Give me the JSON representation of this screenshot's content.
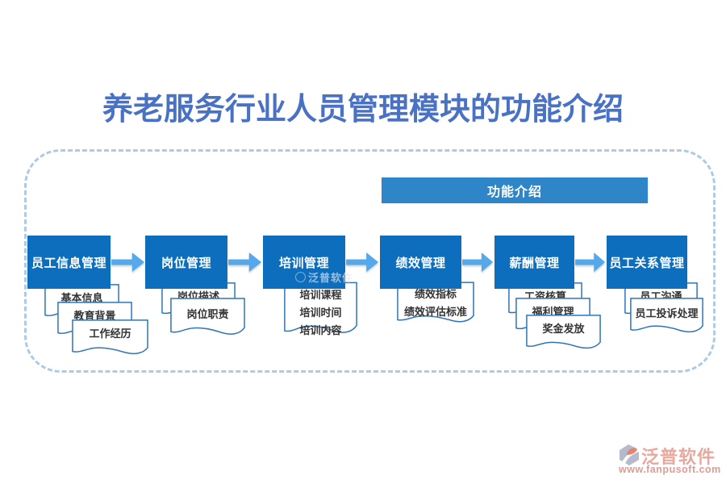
{
  "page_title": "养老服务行业人员管理模块的功能介绍",
  "banner": {
    "label": "功能介绍"
  },
  "modules": [
    {
      "title": "员工信息管理",
      "cards": [
        {
          "lines": [
            "基本信息"
          ]
        },
        {
          "lines": [
            "教育背景"
          ]
        },
        {
          "lines": [
            "工作经历"
          ]
        }
      ]
    },
    {
      "title": "岗位管理",
      "cards": [
        {
          "lines": [
            "岗位描述"
          ]
        },
        {
          "lines": [
            "岗位职责"
          ]
        }
      ]
    },
    {
      "title": "培训管理",
      "cards": [
        {
          "lines": [
            "培训课程",
            "培训时间",
            "培训内容"
          ]
        }
      ]
    },
    {
      "title": "绩效管理",
      "cards": [
        {
          "lines": [
            "绩效指标",
            "绩效评估标准"
          ]
        }
      ]
    },
    {
      "title": "薪酬管理",
      "cards": [
        {
          "lines": [
            "工资核算"
          ]
        },
        {
          "lines": [
            "福利管理"
          ]
        },
        {
          "lines": [
            "奖金发放"
          ]
        }
      ]
    },
    {
      "title": "员工关系管理",
      "cards": [
        {
          "lines": [
            "员工沟通"
          ]
        },
        {
          "lines": [
            "员工投诉处理"
          ]
        }
      ]
    }
  ],
  "watermark": {
    "text": "泛普软件"
  },
  "logo": {
    "brand": "泛普软件",
    "website": "www.fanpusoft.com"
  },
  "colors": {
    "title_text": "#4A72C4",
    "banner_bg": "#2E86C8",
    "module_box_bg": "#0D6EBD",
    "arrow": "#55A8E9",
    "card_border": "#2E75B6",
    "dashed_border": "#AECBE3",
    "logo_text": "#E5998D"
  }
}
